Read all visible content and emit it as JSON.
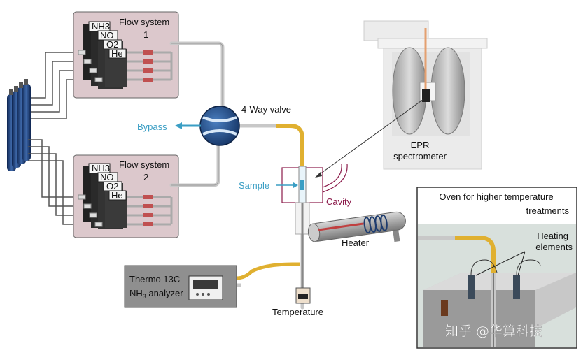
{
  "flow_system_1": {
    "label_line1": "Flow system",
    "label_line2": "1",
    "gases": [
      "NH3",
      "NO",
      "O2",
      "He"
    ]
  },
  "flow_system_2": {
    "label_line1": "Flow system",
    "label_line2": "2",
    "gases": [
      "NH3",
      "NO",
      "O2",
      "He"
    ]
  },
  "valve": {
    "label": "4-Way valve"
  },
  "bypass": {
    "label": "Bypass"
  },
  "spectrometer": {
    "label_line1": "EPR",
    "label_line2": "spectrometer"
  },
  "sample": {
    "label": "Sample"
  },
  "cavity": {
    "label": "Cavity"
  },
  "heater": {
    "label": "Heater"
  },
  "analyzer": {
    "label_line1": "Thermo 13C",
    "label_line2_prefix": "NH",
    "label_line2_sub": "3",
    "label_line2_suffix": " analyzer"
  },
  "temperature": {
    "label": "Temperature"
  },
  "oven": {
    "title_line1": "Oven for higher temperature",
    "title_line2": "treatments",
    "elements_line1": "Heating",
    "elements_line2": "elements"
  },
  "watermark": {
    "text": "知乎 @华算科技"
  },
  "colors": {
    "blue_label": "#3a9ec4",
    "cavity_label": "#8b1a4a",
    "panel_fill": "#dcc8cc",
    "tube_yellow": "#e0b030",
    "cylinder_blue": "#1e3c6e"
  }
}
